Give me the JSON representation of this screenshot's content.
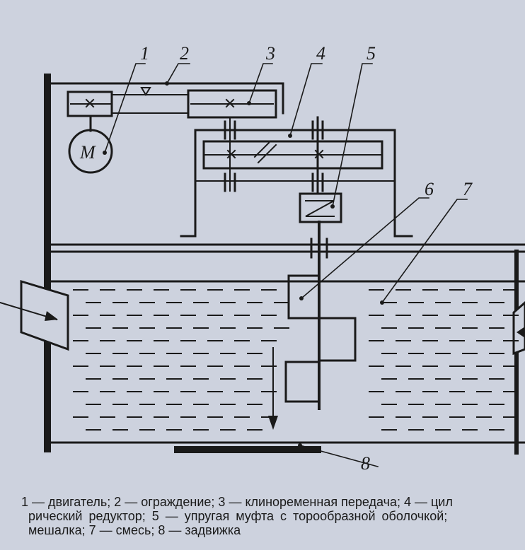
{
  "diagram": {
    "callout_numbers": [
      "1",
      "2",
      "3",
      "4",
      "5",
      "6",
      "7",
      "8"
    ],
    "motor_label": "M",
    "caption_lines": [
      "1 — двигатель;  2 — ограждение;  3 — клиноременная  передача;  4 — цил",
      "рический  редуктор;  5 — упругая  муфта  с  торообразной  оболочкой;",
      "мешалка;  7 — смесь;  8 — задвижка"
    ]
  }
}
